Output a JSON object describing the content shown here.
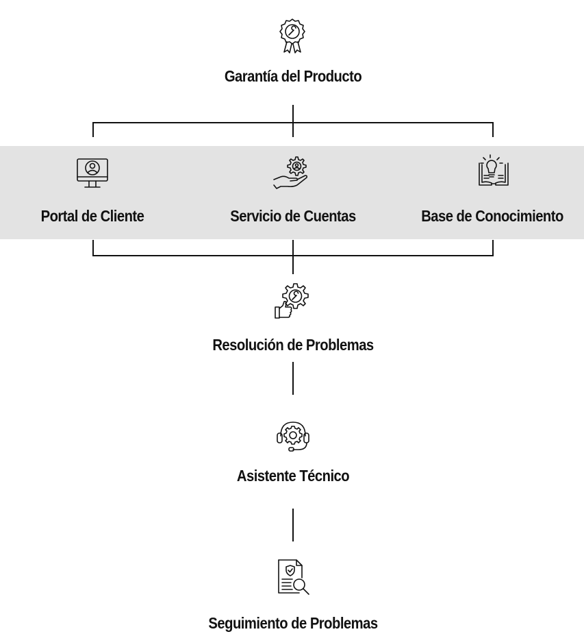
{
  "diagram": {
    "root": {
      "label": "Garantía del Producto",
      "icon": "award-ribbon-wrench-icon"
    },
    "branches": [
      {
        "label": "Portal de Cliente",
        "icon": "monitor-user-icon"
      },
      {
        "label": "Servicio de Cuentas",
        "icon": "hand-gear-user-icon"
      },
      {
        "label": "Base de Conocimiento",
        "icon": "book-lightbulb-icon"
      }
    ],
    "chain": [
      {
        "label": "Resolución de Problemas",
        "icon": "gear-wrench-thumbs-up-icon"
      },
      {
        "label": "Asistente Técnico",
        "icon": "headset-gear-icon"
      },
      {
        "label": "Seguimiento de Problemas",
        "icon": "document-shield-search-icon"
      }
    ]
  },
  "colors": {
    "band": "#e3e3e3",
    "line": "#111111",
    "text": "#111111"
  }
}
